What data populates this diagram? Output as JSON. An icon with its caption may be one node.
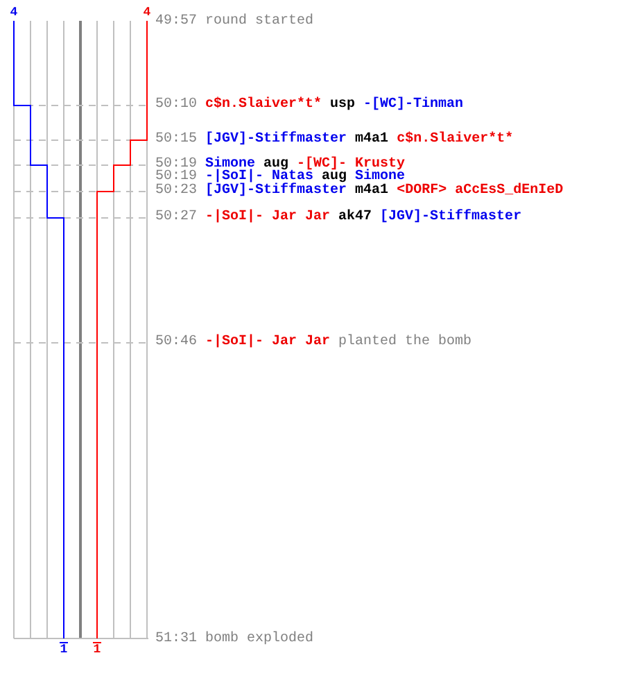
{
  "diagram": {
    "labels": [
      "4",
      "4",
      "49:57",
      "round started",
      "50:10",
      "c$n.Slaiver*t*",
      "usp",
      "-[WC]-Tinman",
      "50:15",
      "[JGV]-Stiffmaster",
      "m4a1",
      "c$n.Slaiver*t*",
      "50:19",
      "Simone",
      "aug",
      "-[WC]- Krusty",
      "50:19",
      "-|SoI|- Natas",
      "aug",
      "Simone",
      "50:23",
      "[JGV]-Stiffmaster",
      "m4a1",
      "<DORF> aCcEsS_dEnIeD",
      "50:27",
      "-|SoI|- Jar Jar",
      "ak47",
      "[JGV]-Stiffmaster",
      "50:46",
      "-|SoI|- Jar Jar",
      "planted the bomb",
      "51:31",
      "bomb exploded",
      "1",
      "1"
    ]
  }
}
